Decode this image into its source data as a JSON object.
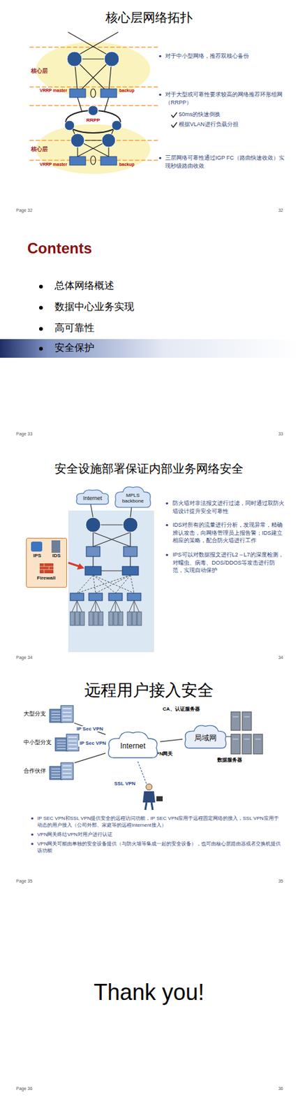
{
  "diagram": {
    "nodes": [
      {
        "text": [
          "Internet"
        ]
      },
      {
        "text": [
          "MPLS backbone"
        ]
      },
      {
        "text": [
          "IPS",
          "IDS",
          "Firewall"
        ]
      },
      {
        "text": [
          "大型分支"
        ]
      },
      {
        "text": [
          "中小型分支"
        ]
      },
      {
        "text": [
          "合作伙伴"
        ]
      },
      {
        "text": [
          "Internet"
        ]
      },
      {
        "text": [
          "局域网"
        ]
      }
    ],
    "edges": [
      {
        "from": 3,
        "to": 6,
        "arrow": "none",
        "label": "IP Sec VPN"
      },
      {
        "from": 4,
        "to": 6,
        "arrow": "none",
        "label": "IP Sec VPN"
      },
      {
        "from": 5,
        "to": 6,
        "arrow": "none"
      },
      {
        "from": 6,
        "to": 7,
        "arrow": "none"
      }
    ],
    "labels": [
      "核心层网络拓扑",
      "核心层",
      "VRRP master",
      "backup",
      "RRPP",
      "核心层",
      "VRRP master",
      "backup",
      "对于中小型网络，推荐双核心备份",
      "对于大型或可靠性要求较高的网络推荐环形组网（RRPP）",
      "50ms的快速倒换",
      "根据VLAN进行负载分担",
      "三层网络可靠性通过IGP FC（路由快速收敛）实现秒级路由收敛",
      "Page 32",
      "32",
      "Contents",
      "总体网络概述",
      "数据中心业务实现",
      "高可靠性",
      "安全保护",
      "Page 33",
      "33",
      "安全设施部署保证内部业务网络安全",
      "防火墙对非法报文进行过滤，同时通过双防火墙设计提升安全可靠性",
      "IDS对所有的流量进行分析，发现异常，精确辨认攻击，向网络管理员上报告警；IDS建立相应的策略，配合防火墙进行工作",
      "IPS可以对数据报文进行L2～L7的深度检测，对蠕虫、病毒、DOS/DDOS等攻击进行防范，实现自动保护",
      "Page 34",
      "34",
      "远程用户接入安全",
      "CA、认证服务器",
      "VPN网关",
      "数据服务器",
      "SSL VPN",
      "IP SEC VPN和SSL VPN提供安全的远程访问功能，IP SEC VPN应用于远程固定网络的接入，SSL VPN应用于动态的用户接入（公司外部、家庭等的远程Internent接入）",
      "VPN网关终结VPN对用户进行认证",
      "VPN网关可能由单独的安全设备提供（与防火墙等集成一起的安全设备），也可由核心层路由器或者交换机提供该功能",
      "Page 35",
      "35",
      "Thank you!",
      "Page 36",
      "36"
    ]
  }
}
